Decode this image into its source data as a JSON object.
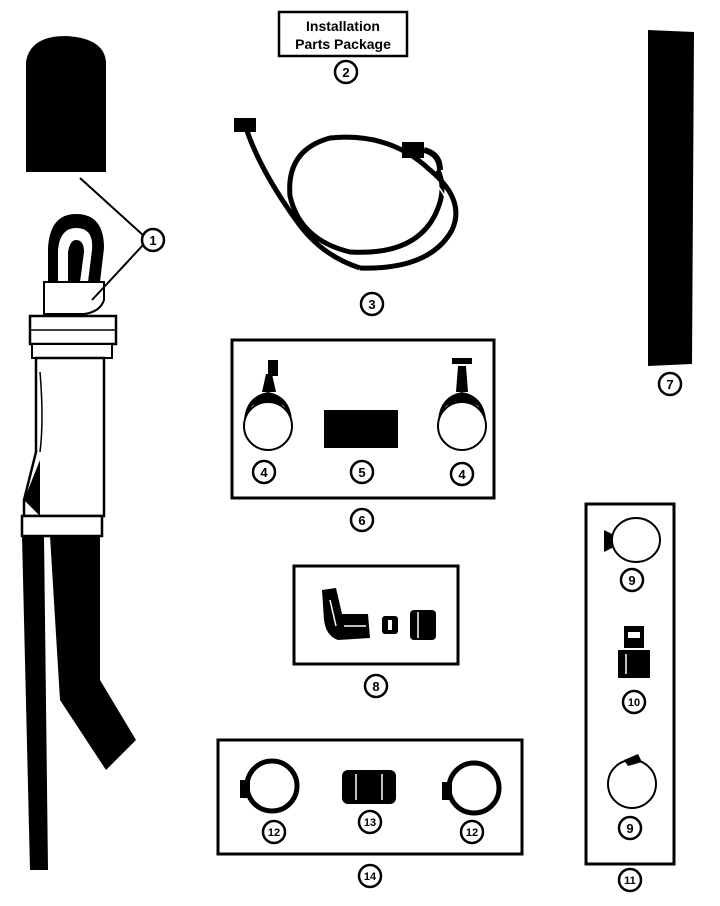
{
  "title_box": {
    "line1": "Installation",
    "line2": "Parts Package"
  },
  "callouts": {
    "c1": "1",
    "c2": "2",
    "c3": "3",
    "c4a": "4",
    "c4b": "4",
    "c5": "5",
    "c6": "6",
    "c7": "7",
    "c8": "8",
    "c9a": "9",
    "c9b": "9",
    "c10": "10",
    "c11": "11",
    "c12a": "12",
    "c12b": "12",
    "c13": "13",
    "c14": "14"
  },
  "colors": {
    "ink": "#000000",
    "paper": "#ffffff"
  }
}
